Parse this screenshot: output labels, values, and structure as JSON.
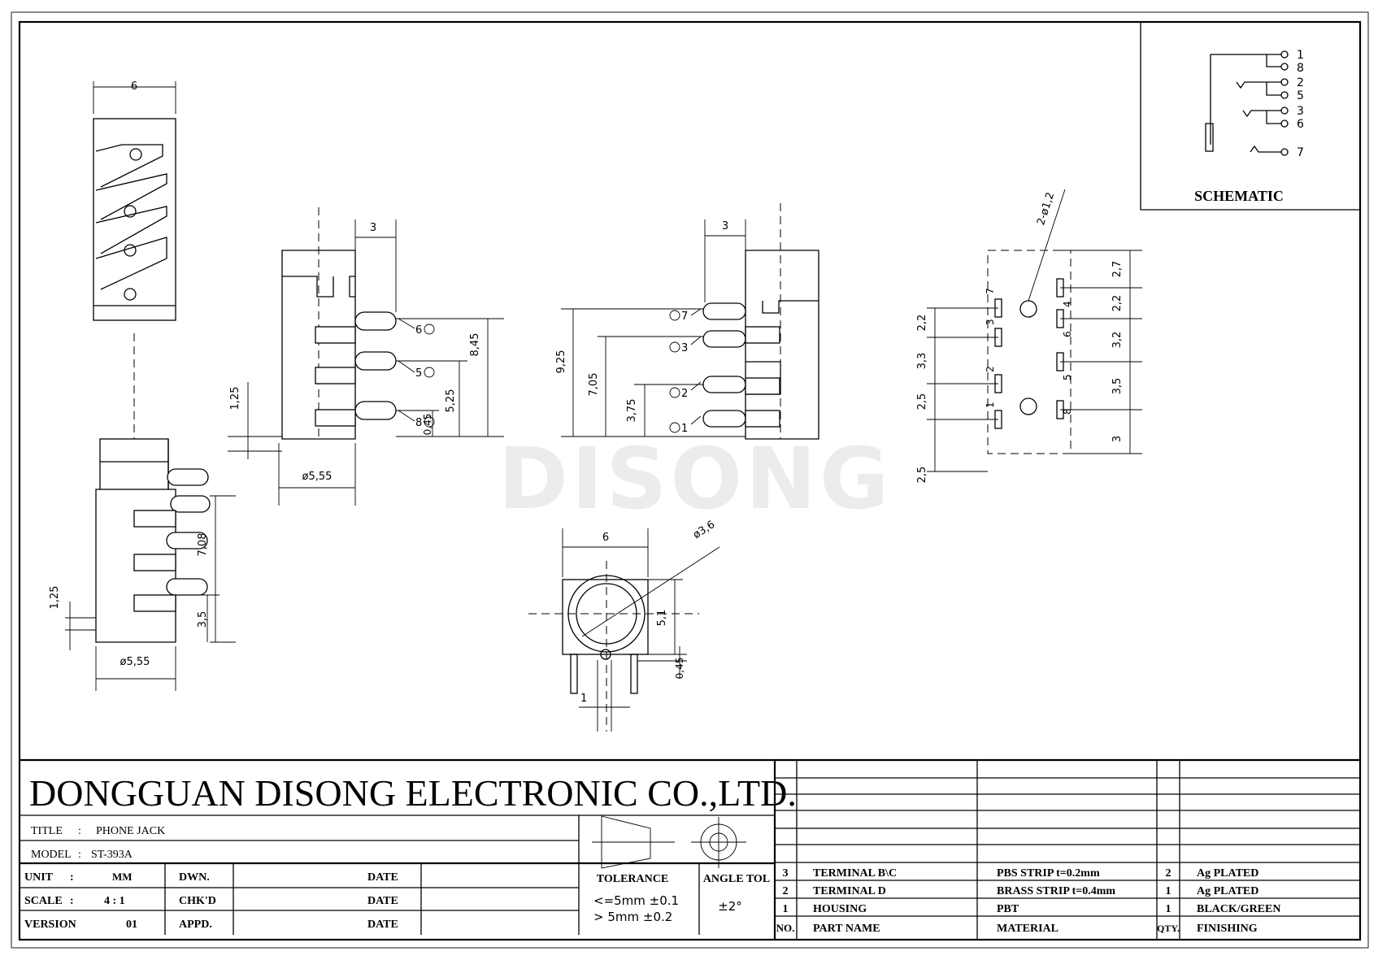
{
  "company": "DONGGUAN DISONG ELECTRONIC CO.,LTD.",
  "watermark": "DISONG",
  "schematic": {
    "label": "SCHEMATIC",
    "pins": [
      "1",
      "8",
      "2",
      "5",
      "3",
      "6",
      "7"
    ]
  },
  "title_block": {
    "title_label": "TITLE",
    "title_value": "PHONE JACK",
    "model_label": "MODEL",
    "model_value": "ST-393A",
    "unit_label": "UNIT",
    "unit_value": "MM",
    "scale_label": "SCALE",
    "scale_value": "4 : 1",
    "version_label": "VERSION",
    "version_value": "01",
    "dwn": "DWN.",
    "chkd": "CHK'D",
    "appd": "APPD.",
    "date": "DATE",
    "tolerance_label": "TOLERANCE",
    "tol_line1": "<=5mm  ±0.1",
    "tol_line2": ">  5mm  ±0.2",
    "angle_label": "ANGLE TOL",
    "angle_value": "±2°"
  },
  "parts_table": {
    "headers": {
      "no": "NO.",
      "name": "PART  NAME",
      "material": "MATERIAL",
      "qty": "QTY.",
      "finishing": "FINISHING"
    },
    "rows": [
      {
        "no": "3",
        "name": "TERMINAL B\\C",
        "material": "PBS STRIP   t=0.2mm",
        "qty": "2",
        "finishing": "Ag PLATED"
      },
      {
        "no": "2",
        "name": "TERMINAL D",
        "material": "BRASS STRIP   t=0.4mm",
        "qty": "1",
        "finishing": "Ag PLATED"
      },
      {
        "no": "1",
        "name": "HOUSING",
        "material": "PBT",
        "qty": "1",
        "finishing": "BLACK/GREEN"
      }
    ]
  },
  "dimensions": {
    "top_width": "6",
    "front_width": "6",
    "d_jack": "ø5,55",
    "d_front": "ø5,55",
    "d_hole": "ø3,6",
    "d_pads": "2-ø1,2",
    "pitch": "3",
    "pitch2": "3",
    "d_125a": "1,25",
    "d_125b": "1,25",
    "d_845": "8,45",
    "d_525": "5,25",
    "d_045": "0,45",
    "d_045b": "0,45",
    "d_708": "7,08",
    "d_35a": "3,5",
    "d_925": "9,25",
    "d_705": "7,05",
    "d_375": "3,75",
    "d_51": "5,1",
    "d_1": "1",
    "fp_22a": "2,2",
    "fp_33": "3,3",
    "fp_25a": "2,5",
    "fp_25b": "2,5",
    "fp_27": "2,7",
    "fp_22b": "2,2",
    "fp_32": "3,2",
    "fp_35": "3,5",
    "fp_3": "3"
  },
  "pin_callouts": {
    "p6": "6",
    "p5": "5",
    "p8": "8",
    "p7": "7",
    "p3": "3",
    "p2": "2",
    "p1": "1"
  },
  "pad_labels": [
    "7",
    "3",
    "2",
    "1",
    "4",
    "6",
    "5",
    "8"
  ]
}
